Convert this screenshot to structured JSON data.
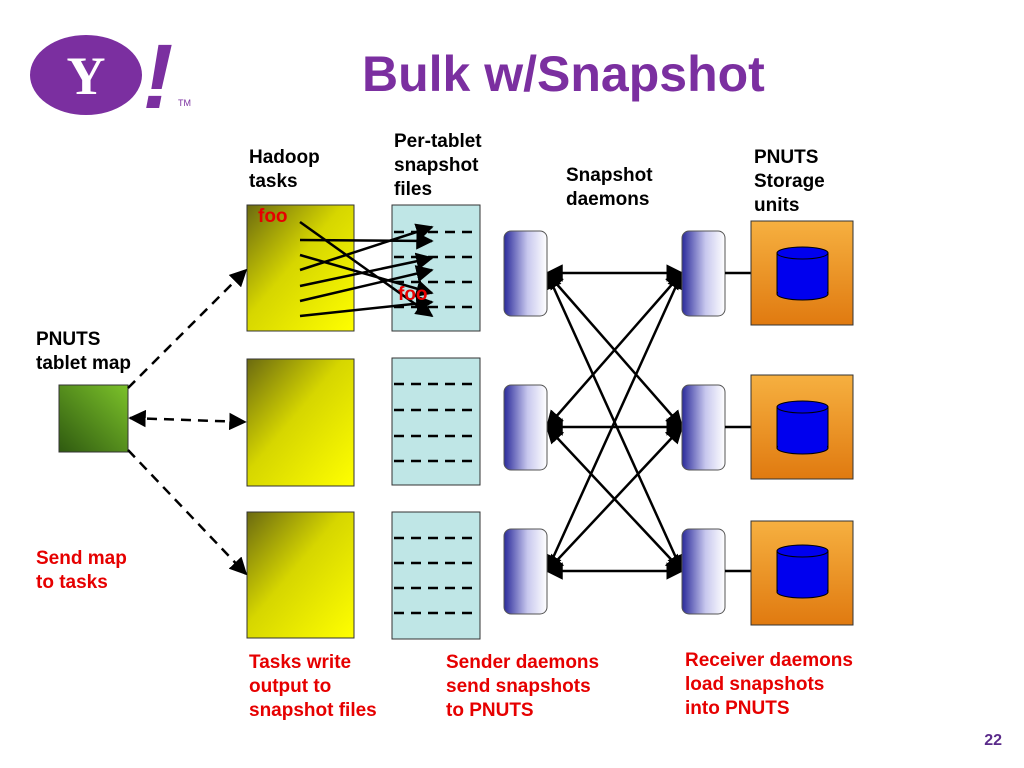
{
  "title": "Bulk w/Snapshot",
  "logo": {
    "letter": "Y",
    "mark": "!",
    "trademark": "TM",
    "color": "#7b2fa0"
  },
  "labels": {
    "hadoop_tasks": [
      "Hadoop",
      "tasks"
    ],
    "per_tablet_files": [
      "Per-tablet",
      "snapshot",
      "files"
    ],
    "snapshot_daemons": [
      "Snapshot",
      "daemons"
    ],
    "pnuts_storage": [
      "PNUTS",
      "Storage",
      "units"
    ],
    "pnuts_tablet_map": [
      "PNUTS",
      "tablet map"
    ],
    "foo_task": "foo",
    "foo_file": "foo"
  },
  "captions": {
    "send_map": [
      "Send map",
      "to tasks"
    ],
    "tasks_write": [
      "Tasks write",
      "output to",
      "snapshot files"
    ],
    "sender_daemons": [
      "Sender daemons",
      "send snapshots",
      "to PNUTS"
    ],
    "receiver_daemons": [
      "Receiver daemons",
      "load snapshots",
      "into PNUTS"
    ]
  },
  "page_number": "22",
  "colors": {
    "title": "#7b2fa0",
    "caption": "#e60000",
    "hadoop_task_fill": "#f2f200",
    "snapshot_file_fill": "#bfe6e6",
    "tablet_map_fill": "#5a9a1a",
    "storage_unit_fill": "#f0a030",
    "database_fill": "#0000ee"
  }
}
